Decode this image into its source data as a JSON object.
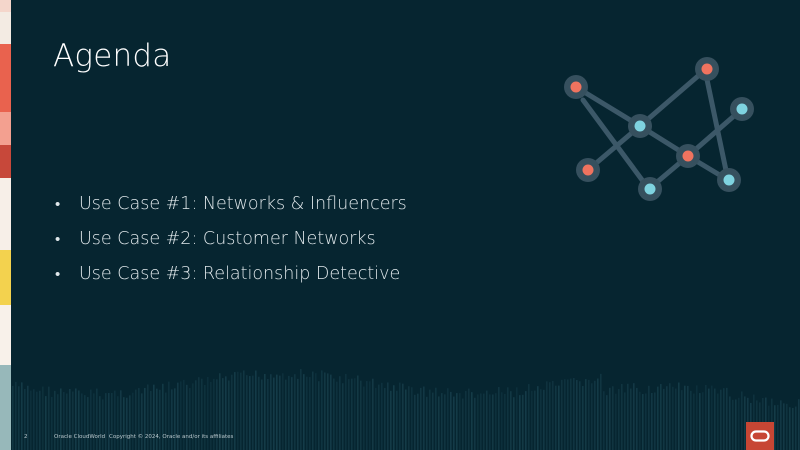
{
  "slide": {
    "title": "Agenda",
    "bullets": [
      "Use Case #1: Networks & Influencers",
      "Use Case #2: Customer Networks",
      "Use Case #3: Relationship Detective"
    ],
    "bullet_glyph": "•"
  },
  "footer": {
    "page_number": "2",
    "brand": "Oracle CloudWorld",
    "copyright": "Copyright © 2024, Oracle and/or its affiliates"
  },
  "colors": {
    "background": "#062530",
    "node_red": "#f0735f",
    "node_blue": "#7fd3e0",
    "edge": "#3c5868",
    "logo": "#c74634"
  },
  "icons": {
    "network": "network-graph-icon",
    "logo": "oracle-logo-icon"
  }
}
